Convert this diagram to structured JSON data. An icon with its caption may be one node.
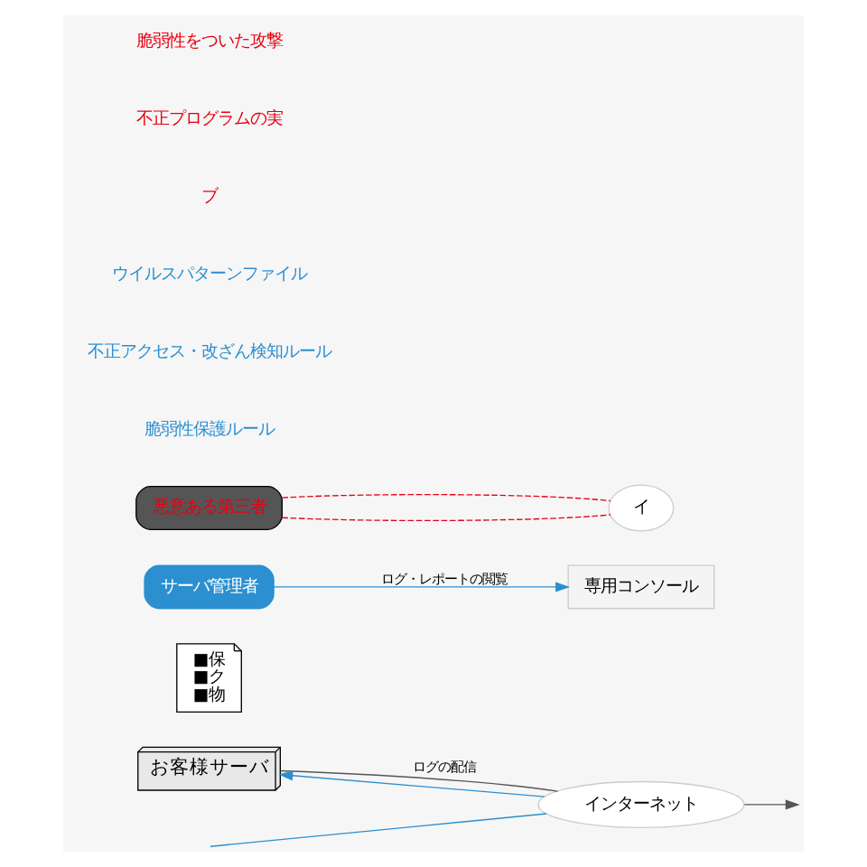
{
  "diagram": {
    "nodes": [
      {
        "text": [
          "お客様サーバ"
        ]
      },
      {
        "text": [
          "■保",
          "■ク",
          "■物"
        ]
      },
      {
        "text": [
          "インターネット"
        ]
      },
      {
        "text": [
          "サーバ管理者"
        ]
      },
      {
        "text": [
          "専用コンソール"
        ]
      },
      {
        "text": [
          "悪意ある第三者"
        ]
      },
      {
        "text": [
          "イ"
        ]
      }
    ],
    "edges": [
      {
        "from": null,
        "to": 2,
        "arrow": "none",
        "color": "#2b8fd0"
      },
      {
        "from": 2,
        "to": 0,
        "arrow": "to",
        "color": "#2b8fd0"
      },
      {
        "from": 0,
        "to": 2,
        "arrow": "none",
        "label": "ログの配信",
        "color": "#555555"
      },
      {
        "from": 2,
        "to": null,
        "arrow": "to",
        "color": "#555555"
      },
      {
        "from": 3,
        "to": 4,
        "arrow": "to",
        "label": "ログ・レポートの閲覧",
        "color": "#2b8fd0"
      },
      {
        "from": 5,
        "to": 6,
        "arrow": "none",
        "style": "dashed",
        "color": "#e60012"
      },
      {
        "from": 5,
        "to": 6,
        "arrow": "none",
        "style": "dashed",
        "color": "#e60012"
      }
    ],
    "labels": [
      "脆弱性保護ルール",
      "不正アクセス・改ざん検知ルール",
      "ウイルスパターンファイル",
      "ブ",
      "不正プログラムの実",
      "脆弱性をついた攻撃"
    ]
  }
}
